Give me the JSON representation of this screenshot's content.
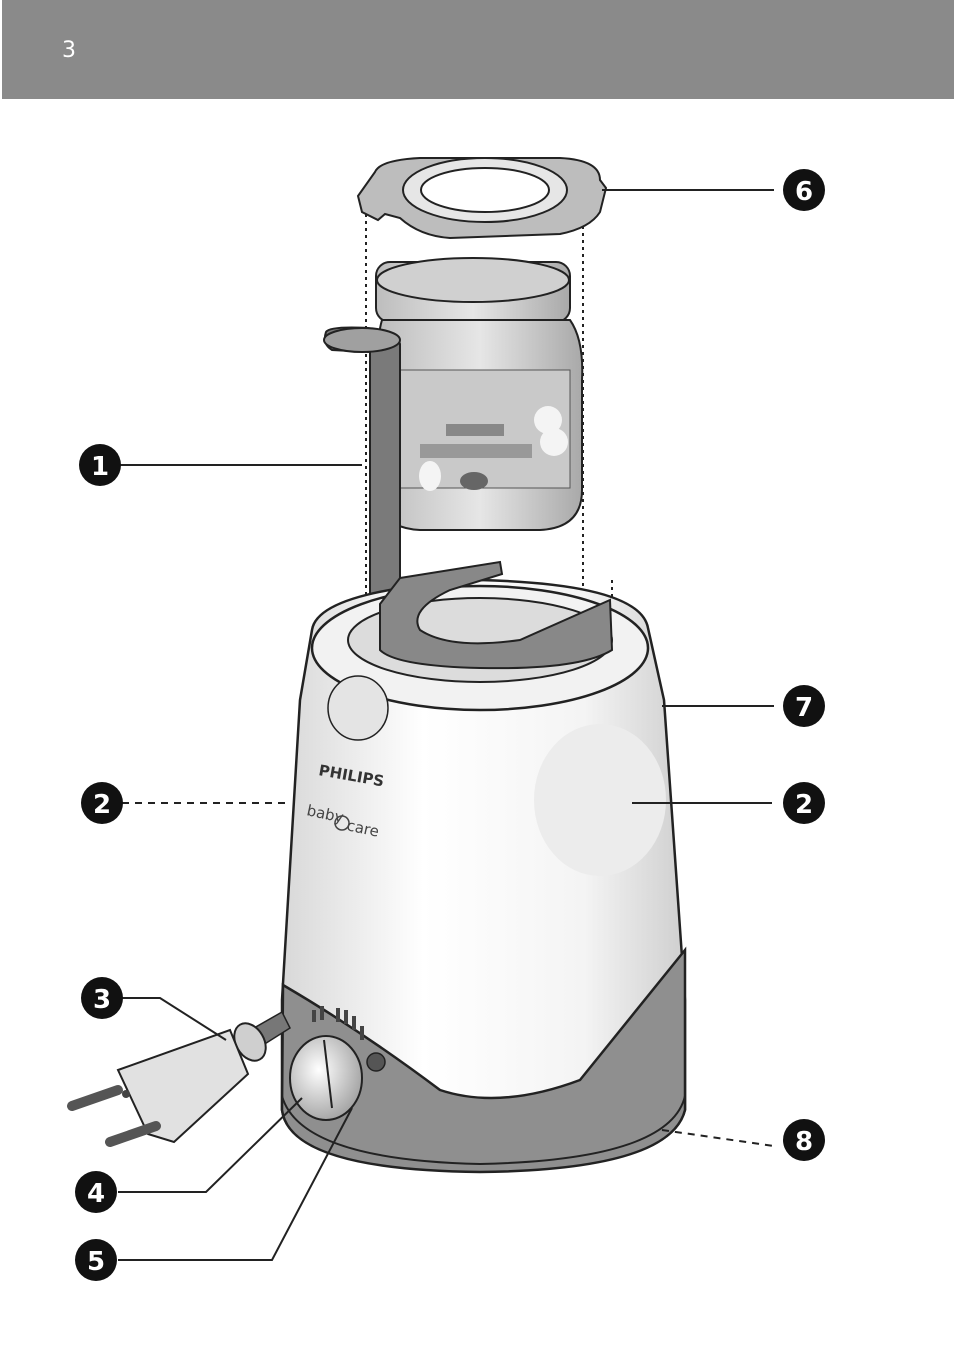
{
  "header": {
    "page_number": "3",
    "bar_color": "#8a8a8a"
  },
  "product": {
    "brand": "PHILIPS",
    "sub_brand_left": "baby",
    "sub_brand_right": "care"
  },
  "callouts": [
    {
      "id": "callout-1",
      "label": "1",
      "line_style": "solid"
    },
    {
      "id": "callout-2-left",
      "label": "2",
      "line_style": "dashed"
    },
    {
      "id": "callout-2-right",
      "label": "2",
      "line_style": "solid"
    },
    {
      "id": "callout-3",
      "label": "3",
      "line_style": "solid"
    },
    {
      "id": "callout-4",
      "label": "4",
      "line_style": "solid"
    },
    {
      "id": "callout-5",
      "label": "5",
      "line_style": "solid"
    },
    {
      "id": "callout-6",
      "label": "6",
      "line_style": "solid"
    },
    {
      "id": "callout-7",
      "label": "7",
      "line_style": "solid"
    },
    {
      "id": "callout-8",
      "label": "8",
      "line_style": "dashed"
    }
  ]
}
